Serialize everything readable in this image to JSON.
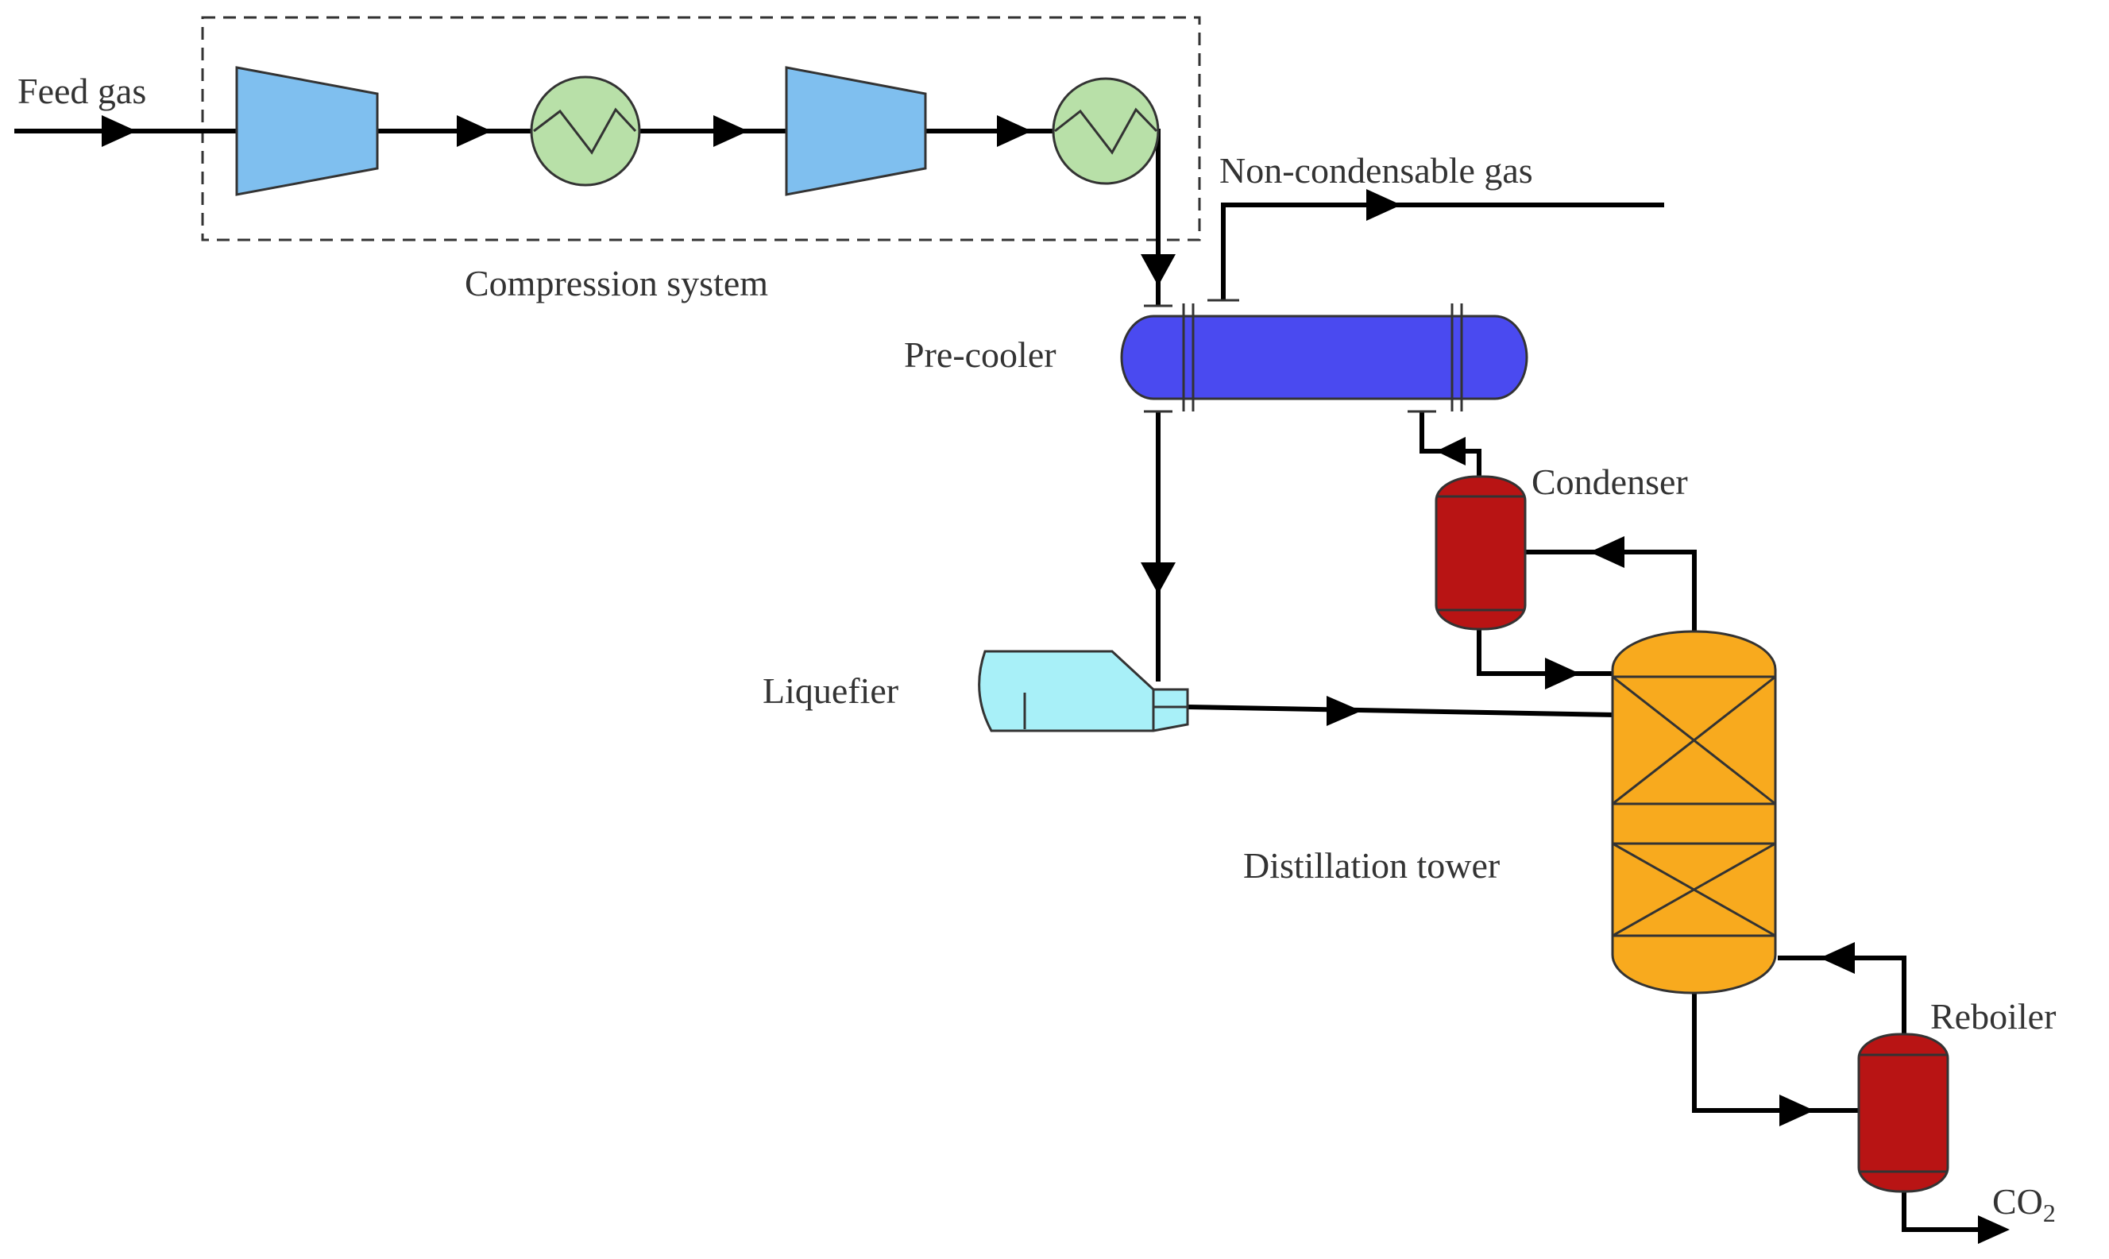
{
  "labels": {
    "feed_gas": "Feed gas",
    "compression_system": "Compression system",
    "non_condensable_gas": "Non-condensable gas",
    "pre_cooler": "Pre-cooler",
    "condenser": "Condenser",
    "liquefier": "Liquefier",
    "distillation_tower": "Distillation tower",
    "reboiler": "Reboiler",
    "co2_main": "CO",
    "co2_sub": "2"
  },
  "colors": {
    "compressor": "#7fbfef",
    "heat_exchanger": "#b8e0a8",
    "pre_cooler": "#4a4af0",
    "condenser": "#b81414",
    "reboiler": "#b81414",
    "liquefier": "#a8f0f8",
    "distillation_tower": "#f8aa1e",
    "pipe": "#000000"
  }
}
